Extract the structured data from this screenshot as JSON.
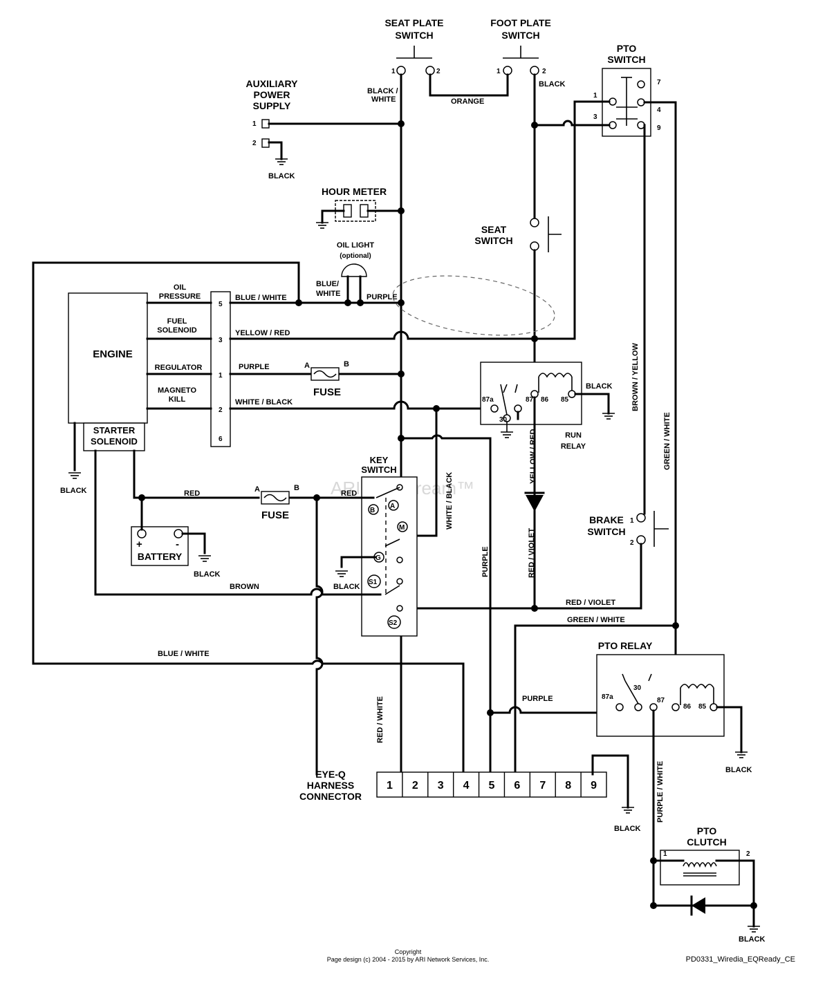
{
  "components": {
    "seat_plate_switch": [
      "SEAT PLATE",
      "SWITCH"
    ],
    "foot_plate_switch": [
      "FOOT PLATE",
      "SWITCH"
    ],
    "pto_switch": [
      "PTO",
      "SWITCH"
    ],
    "aux_power": [
      "AUXILIARY",
      "POWER",
      "SUPPLY"
    ],
    "hour_meter": "HOUR METER",
    "oil_light": "OIL LIGHT",
    "oil_light_note": "(optional)",
    "seat_switch": [
      "SEAT",
      "SWITCH"
    ],
    "engine": "ENGINE",
    "starter_solenoid": [
      "STARTER",
      "SOLENOID"
    ],
    "run_relay": [
      "RUN",
      "RELAY"
    ],
    "key_switch": [
      "KEY",
      "SWITCH"
    ],
    "battery": "BATTERY",
    "brake_switch": [
      "BRAKE",
      "SWITCH"
    ],
    "pto_relay": "PTO RELAY",
    "eyeq": [
      "EYE-Q",
      "HARNESS",
      "CONNECTOR"
    ],
    "pto_clutch": [
      "PTO",
      "CLUTCH"
    ],
    "fuse": "FUSE"
  },
  "engine_terminals": [
    {
      "label": [
        "OIL",
        "PRESSURE"
      ],
      "pin": "5",
      "wire": "BLUE / WHITE"
    },
    {
      "label": [
        "FUEL",
        "SOLENOID"
      ],
      "pin": "3",
      "wire": "YELLOW / RED"
    },
    {
      "label": [
        "REGULATOR"
      ],
      "pin": "1",
      "wire": "PURPLE"
    },
    {
      "label": [
        "MAGNETO",
        "KILL"
      ],
      "pin": "2",
      "wire": "WHITE / BLACK"
    },
    {
      "label": [],
      "pin": "6",
      "wire": ""
    }
  ],
  "wires": {
    "black_white": [
      "BLACK /",
      "WHITE"
    ],
    "orange": "ORANGE",
    "black": "BLACK",
    "blue_white_split": [
      "BLUE/",
      "WHITE"
    ],
    "purple": "PURPLE",
    "red": "RED",
    "brown": "BROWN",
    "blue_white": "BLUE / WHITE",
    "white_black_v": "WHITE / BLACK",
    "yellow_red_v": "YELLOW / RED",
    "red_violet": "RED / VIOLET",
    "green_white": "GREEN / WHITE",
    "brown_yellow": "BROWN / YELLOW",
    "red_white": "RED / WHITE",
    "purple_white": "PURPLE / WHITE"
  },
  "relay_terminals": {
    "t87a": "87a",
    "t30": "30",
    "t87": "87",
    "t86": "86",
    "t85": "85"
  },
  "key_positions": [
    "B",
    "A",
    "M",
    "G",
    "S1",
    "S2"
  ],
  "fuse_terminals": [
    "A",
    "B"
  ],
  "battery_terminals": [
    "+",
    "-"
  ],
  "pin_numbers": [
    "1",
    "2",
    "3",
    "4",
    "5",
    "6",
    "7",
    "8",
    "9"
  ],
  "eyeq_pins": [
    "1",
    "2",
    "3",
    "4",
    "5",
    "6",
    "7",
    "8",
    "9"
  ],
  "watermark": "ARI PartStream™",
  "footer": {
    "copyright": "Copyright",
    "page_design": "Page design (c) 2004 - 2015 by ARI Network Services, Inc.",
    "ref": "PD0331_Wiredia_EQReady_CE"
  }
}
